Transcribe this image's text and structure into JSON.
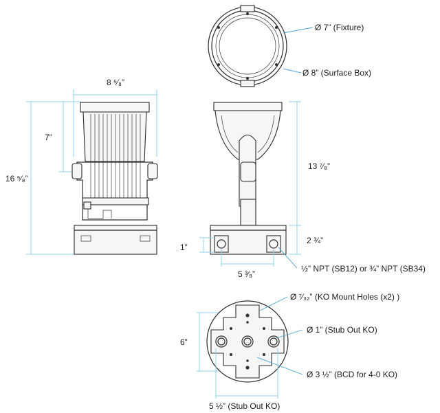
{
  "labels": {
    "fixture_diameter": "Ø 7” (Fixture)",
    "surface_box_diameter": "Ø 8” (Surface Box)",
    "width_overall": "8 ⁵⁄₈”",
    "height_head": "7”",
    "height_overall": "16 ⁵⁄₈”",
    "height_to_box": "13 ⁷⁄₈”",
    "box_height": "2 ¾”",
    "ko_offset": "1”",
    "ko_spacing": "5 ³⁄₈”",
    "npt_note": "½” NPT (SB12) or ¾” NPT (SB34)",
    "ko_mount_holes": "Ø ⁷⁄₃₂” (KO Mount Holes (x2) )",
    "stub_out_ko_diameter": "Ø 1” (Stub Out KO)",
    "bcd_note": "Ø 3 ½” (BCD for 4-0 KO)",
    "bottom_height": "6”",
    "stub_out_width": "5 ½” (Stub Out KO)"
  },
  "colors": {
    "dimension_line": "#8fd0e8",
    "leader_line": "#4aa3cc",
    "outline": "#2a2a2a"
  }
}
